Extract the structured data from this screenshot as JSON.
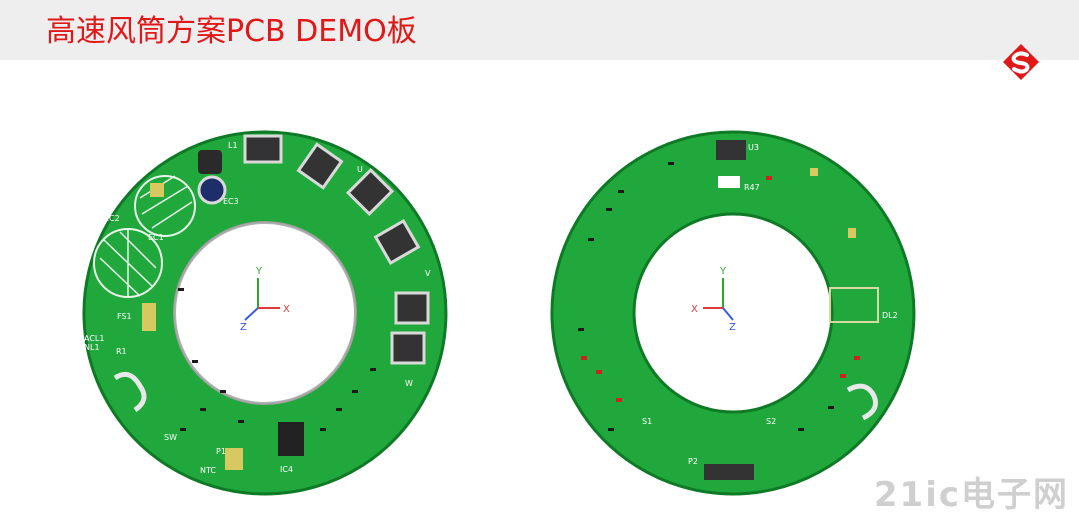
{
  "header": {
    "title": "高速风筒方案PCB DEMO板",
    "accent_color": "#e01818"
  },
  "logo": {
    "icon": "brand-s-icon",
    "color": "#e01818"
  },
  "boards": {
    "front": {
      "axes": {
        "x": "X",
        "y": "Y",
        "z": "Z"
      },
      "labels": {
        "ec1": "EC1",
        "ec2": "EC2",
        "ec3": "EC3",
        "fs1": "FS1",
        "nl1": "NL1",
        "acl1": "ACL1",
        "u": "U",
        "v": "V",
        "w": "W",
        "sw": "SW",
        "ntc": "NTC",
        "p1": "P1",
        "ic4": "IC4",
        "l1": "L1",
        "r1": "R1"
      }
    },
    "back": {
      "axes": {
        "x": "X",
        "y": "Y",
        "z": "Z"
      },
      "labels": {
        "dl2": "DL2",
        "p2": "P2",
        "s1": "S1",
        "s2": "S2",
        "r47": "R47",
        "u3": "U3"
      }
    }
  },
  "watermark": {
    "text": "21ic电子网"
  }
}
